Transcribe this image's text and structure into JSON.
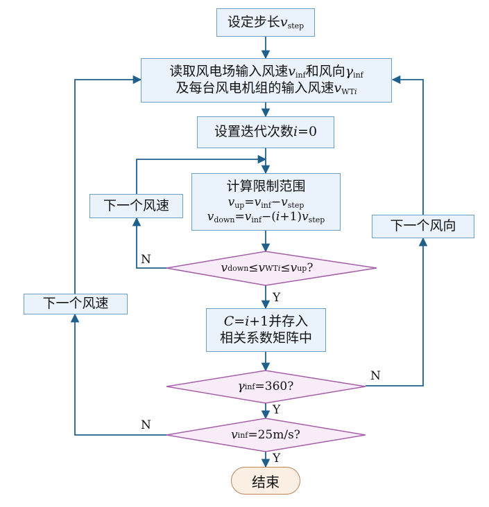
{
  "nodes": {
    "set_step": {
      "text": "设定步长",
      "var": "v",
      "sub": "step"
    },
    "read_wind": {
      "line1_a": "读取风电场输入风速",
      "line1_var1": "v",
      "line1_sub1": "inf",
      "line1_b": "和风向",
      "line1_var2": "γ",
      "line1_sub2": "inf",
      "line2_a": "及每台风电机组的输入风速",
      "line2_var": "v",
      "line2_sub": "WT",
      "line2_sub_i": "i"
    },
    "init_iter": {
      "text_a": "设置迭代次数",
      "var": "i",
      "text_b": "=0"
    },
    "calc_range": {
      "title": "计算限制范围",
      "eq1_v1": "v",
      "eq1_s1": "up",
      "eq1_eq": "=",
      "eq1_v2": "v",
      "eq1_s2": "inf",
      "eq1_minus": "−",
      "eq1_v3": "v",
      "eq1_s3": "step",
      "eq2_v1": "v",
      "eq2_s1": "down",
      "eq2_eq": "=",
      "eq2_v2": "v",
      "eq2_s2": "inf",
      "eq2_mid_a": "−(",
      "eq2_i": "i",
      "eq2_mid_b": "+1)",
      "eq2_v3": "v",
      "eq2_s3": "step"
    },
    "check_range": {
      "v1": "v",
      "s1": "down",
      "op1": "≤",
      "v2": "v",
      "s2": "WT",
      "s2_i": "i",
      "op2": "≤",
      "v3": "v",
      "s3": "up",
      "q": "?"
    },
    "store": {
      "l1_c": "C",
      "l1_eq": "=",
      "l1_i": "i",
      "l1_rest": "+1并存入",
      "l2": "相关系数矩阵中"
    },
    "check_dir": {
      "var": "γ",
      "sub": "inf",
      "rest": "=360?"
    },
    "check_speed": {
      "var": "v",
      "sub": "inf",
      "rest": "=25m/s?"
    },
    "end": {
      "text": "结束"
    },
    "next_speed_inner": {
      "text": "下一个风速"
    },
    "next_speed_outer": {
      "text": "下一个风速"
    },
    "next_dir": {
      "text": "下一个风向"
    }
  },
  "labels": {
    "yes": "Y",
    "no": "N"
  },
  "colors": {
    "process_fill": "#eaf3fb",
    "process_border": "#6a9ec6",
    "decision_fill": "#f7ecf7",
    "decision_border": "#a45ea8",
    "terminal_fill": "#fbeee3",
    "terminal_border": "#b9855a",
    "arrow": "#1f5f8b"
  }
}
